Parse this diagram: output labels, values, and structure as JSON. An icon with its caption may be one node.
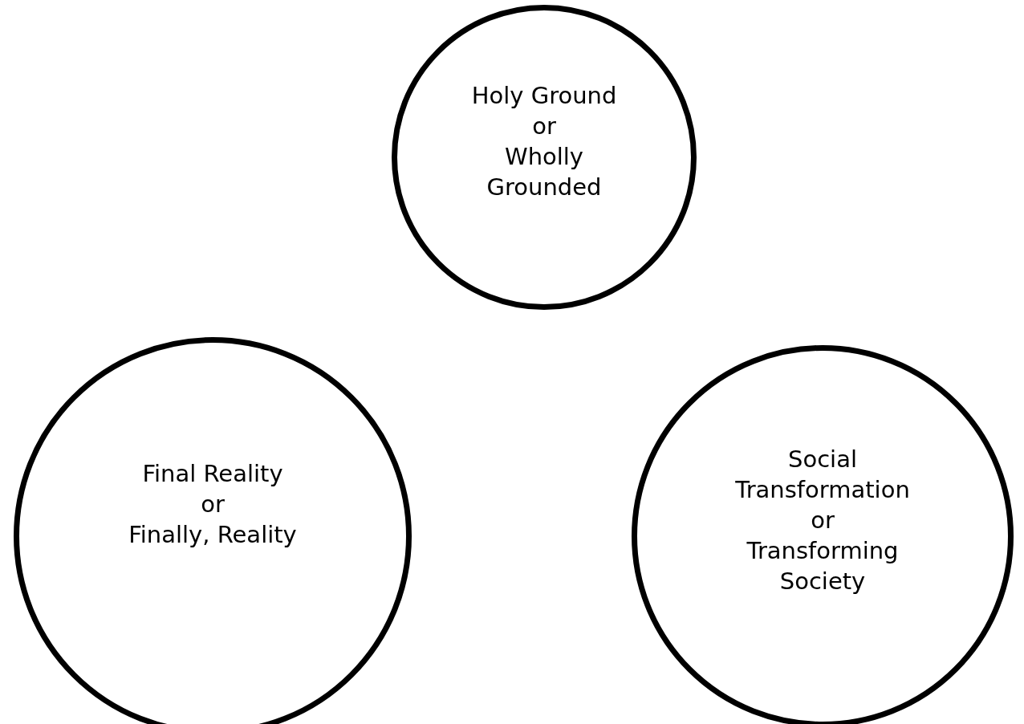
{
  "diagram": {
    "nodes": [
      {
        "text": [
          "Holy Ground",
          "or",
          "Wholly Grounded"
        ]
      },
      {
        "text": [
          "Final Reality",
          "or",
          "Finally, Reality"
        ]
      },
      {
        "text": [
          "Social Transformation",
          "or",
          "Transforming Society"
        ]
      }
    ]
  }
}
